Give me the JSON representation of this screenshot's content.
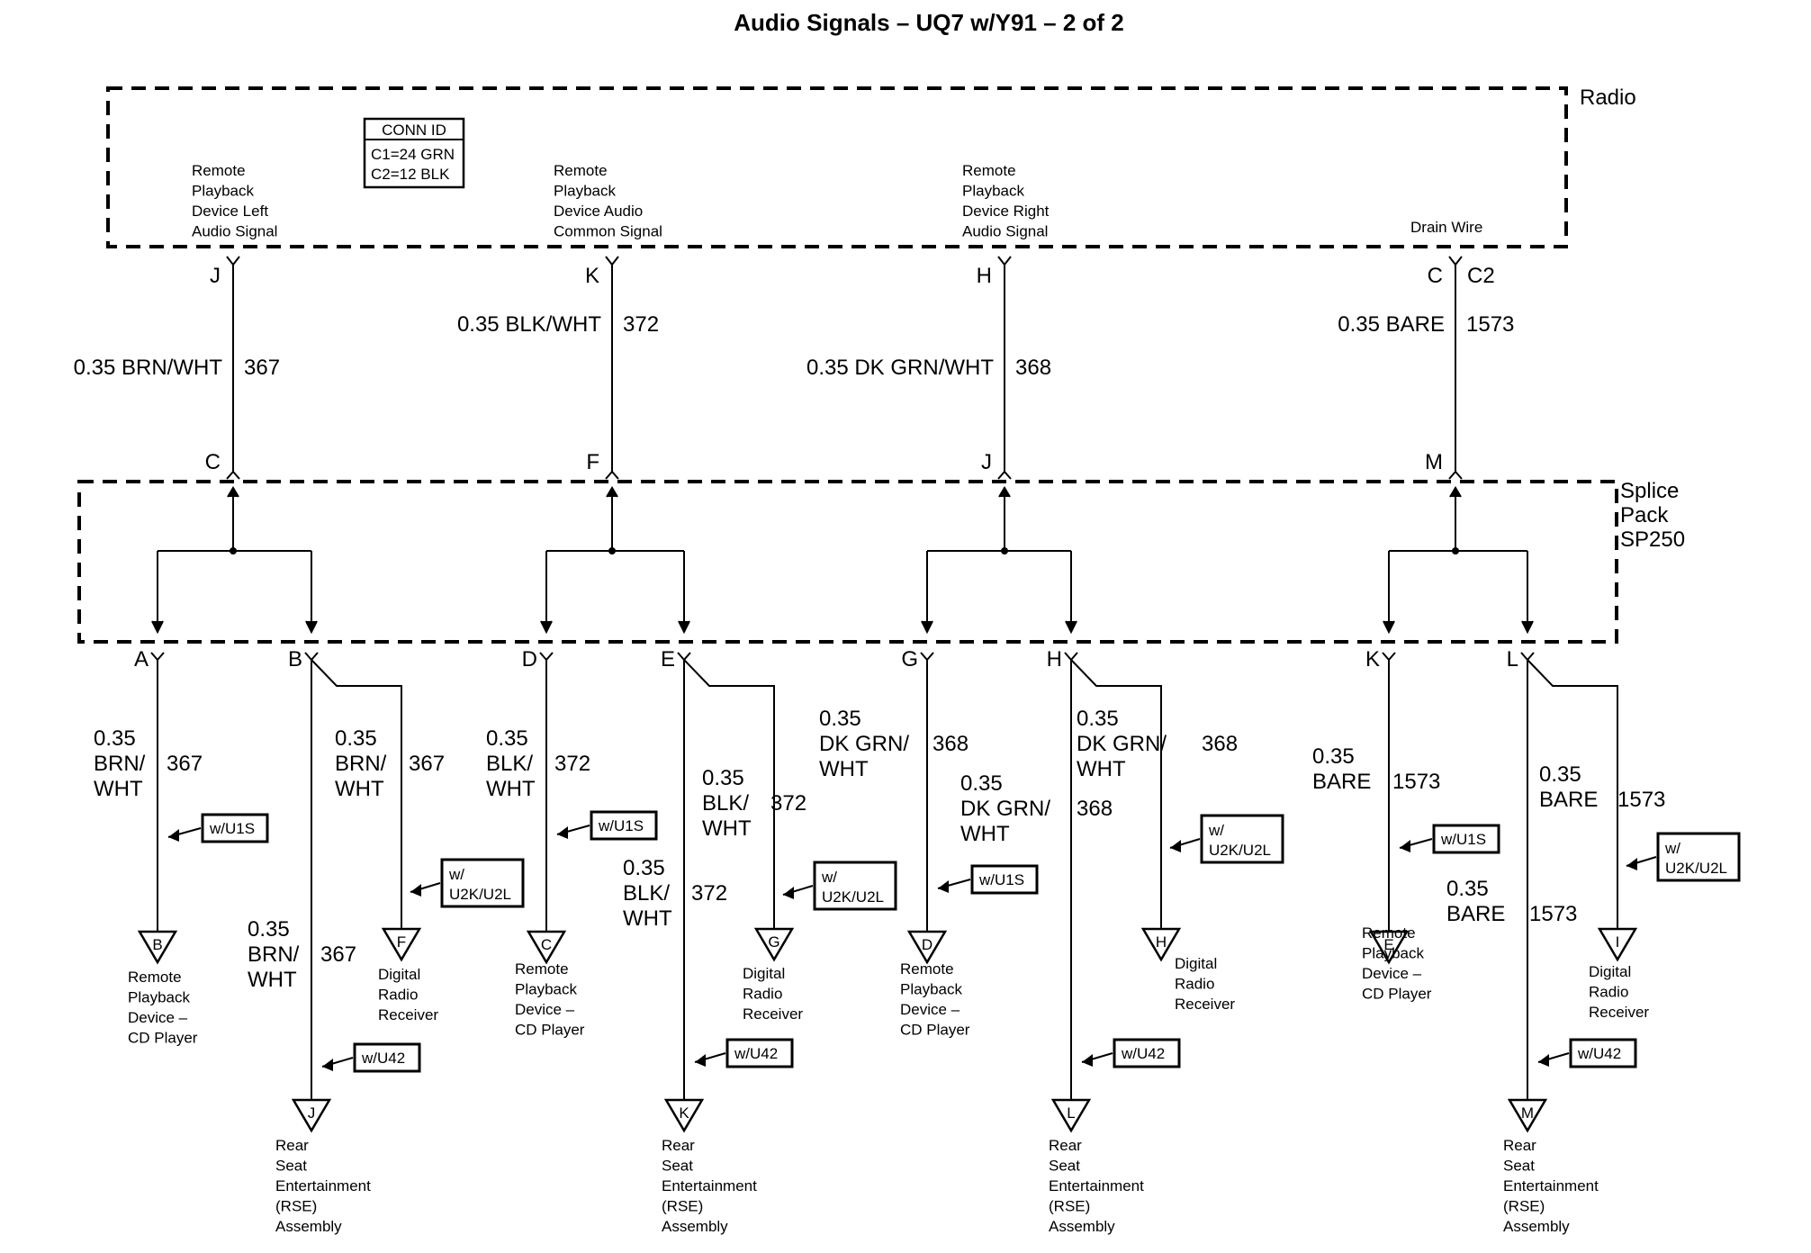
{
  "title": "Audio Signals – UQ7 w/Y91 – 2 of 2",
  "radio": {
    "label": "Radio",
    "conn_id": {
      "header": "CONN ID",
      "lines": [
        "C1=24 GRN",
        "C2=12 BLK"
      ]
    },
    "signal_labels": [
      [
        "Remote",
        "Playback",
        "Device Left",
        "Audio Signal"
      ],
      [
        "Remote",
        "Playback",
        "Device Audio",
        "Common Signal"
      ],
      [
        "Remote",
        "Playback",
        "Device Right",
        "Audio Signal"
      ],
      [
        "Drain Wire"
      ]
    ],
    "pins": [
      "J",
      "K",
      "H",
      "C"
    ],
    "c2_label": "C2"
  },
  "upper_wires": [
    {
      "gauge_color": "0.35 BRN/WHT",
      "circuit": "367"
    },
    {
      "gauge_color": "0.35 BLK/WHT",
      "circuit": "372"
    },
    {
      "gauge_color": "0.35 DK GRN/WHT",
      "circuit": "368"
    },
    {
      "gauge_color": "0.35 BARE",
      "circuit": "1573"
    }
  ],
  "splice_pack": {
    "label": [
      "Splice",
      "Pack",
      "SP250"
    ],
    "top_pins": [
      "C",
      "F",
      "J",
      "M"
    ],
    "bottom_pins": [
      "A",
      "B",
      "D",
      "E",
      "G",
      "H",
      "K",
      "L"
    ]
  },
  "branches": [
    {
      "wire": [
        "0.35",
        "BRN/",
        "WHT"
      ],
      "circuit": "367",
      "option": [
        "w/U1S"
      ],
      "connector": "B",
      "dest": [
        "Remote",
        "Playback",
        "Device –",
        "CD Player"
      ]
    },
    {
      "wire": [
        "0.35",
        "BRN/",
        "WHT"
      ],
      "circuit": "367",
      "option": [
        "w/",
        "U2K/U2L"
      ],
      "connector": "F",
      "dest": [
        "Digital",
        "Radio",
        "Receiver"
      ]
    },
    {
      "wire": [
        "0.35",
        "BRN/",
        "WHT"
      ],
      "circuit": "367",
      "option": [
        "w/U42"
      ],
      "connector": "J",
      "dest": [
        "Rear",
        "Seat",
        "Entertainment",
        "(RSE)",
        "Assembly"
      ]
    },
    {
      "wire": [
        "0.35",
        "BLK/",
        "WHT"
      ],
      "circuit": "372",
      "option": [
        "w/U1S"
      ],
      "connector": "C",
      "dest": [
        "Remote",
        "Playback",
        "Device –",
        "CD Player"
      ]
    },
    {
      "wire": [
        "0.35",
        "BLK/",
        "WHT"
      ],
      "circuit": "372",
      "option": [
        "w/",
        "U2K/U2L"
      ],
      "connector": "G",
      "dest": [
        "Digital",
        "Radio",
        "Receiver"
      ]
    },
    {
      "wire": [
        "0.35",
        "BLK/",
        "WHT"
      ],
      "circuit": "372",
      "option": [
        "w/U42"
      ],
      "connector": "K",
      "dest": [
        "Rear",
        "Seat",
        "Entertainment",
        "(RSE)",
        "Assembly"
      ]
    },
    {
      "wire": [
        "0.35",
        "DK GRN/",
        "WHT"
      ],
      "circuit": "368",
      "option": [
        "w/U1S"
      ],
      "connector": "D",
      "dest": [
        "Remote",
        "Playback",
        "Device –",
        "CD Player"
      ]
    },
    {
      "wire": [
        "0.35",
        "DK GRN/",
        "WHT"
      ],
      "circuit": "368",
      "option": [
        "w/",
        "U2K/U2L"
      ],
      "connector": "H",
      "dest": [
        "Digital",
        "Radio",
        "Receiver"
      ]
    },
    {
      "wire": [
        "0.35",
        "DK GRN/",
        "WHT"
      ],
      "circuit": "368",
      "option": [
        "w/U42"
      ],
      "connector": "L",
      "dest": [
        "Rear",
        "Seat",
        "Entertainment",
        "(RSE)",
        "Assembly"
      ]
    },
    {
      "wire": [
        "0.35",
        "BARE"
      ],
      "circuit": "1573",
      "option": [
        "w/U1S"
      ],
      "connector": "E",
      "dest": [
        "Remote",
        "Playback",
        "Device –",
        "CD Player"
      ]
    },
    {
      "wire": [
        "0.35",
        "BARE"
      ],
      "circuit": "1573",
      "option": [
        "w/",
        "U2K/U2L"
      ],
      "connector": "I",
      "dest": [
        "Digital",
        "Radio",
        "Receiver"
      ]
    },
    {
      "wire": [
        "0.35",
        "BARE"
      ],
      "circuit": "1573",
      "option": [
        "w/U42"
      ],
      "connector": "M",
      "dest": [
        "Rear",
        "Seat",
        "Entertainment",
        "(RSE)",
        "Assembly"
      ]
    }
  ]
}
